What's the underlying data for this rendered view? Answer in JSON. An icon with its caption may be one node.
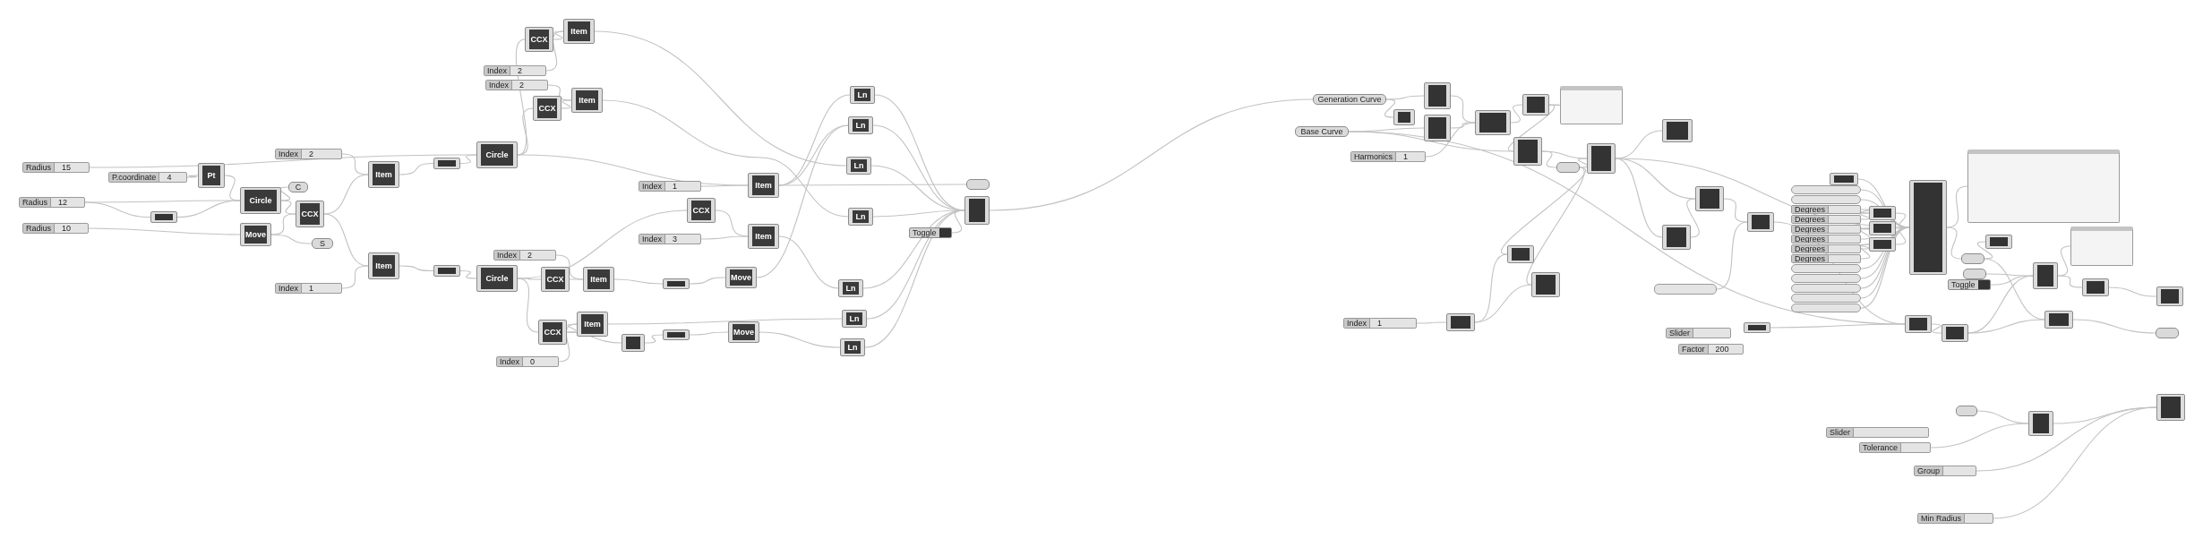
{
  "diagram": {
    "nodes": [
      {
        "text": [
          "Radius",
          "15"
        ]
      },
      {
        "text": [
          "P.coordinate",
          "4"
        ]
      },
      {
        "text": [
          "Radius",
          "12"
        ]
      },
      {
        "text": [
          "Radius",
          "10"
        ]
      },
      {
        "text": [
          "Pt"
        ]
      },
      {
        "text": [],
        "shape": "box"
      },
      {
        "text": [
          "Circle"
        ]
      },
      {
        "text": [
          "Move"
        ]
      },
      {
        "text": [
          "C"
        ]
      },
      {
        "text": [
          "CCX"
        ]
      },
      {
        "text": [
          "S"
        ]
      },
      {
        "text": [
          "Index",
          "2"
        ]
      },
      {
        "text": [
          "Item"
        ]
      },
      {
        "text": [
          "Index",
          "1"
        ]
      },
      {
        "text": [
          "Item"
        ]
      },
      {
        "text": [],
        "shape": "box"
      },
      {
        "text": [],
        "shape": "box"
      },
      {
        "text": [
          "Circle"
        ]
      },
      {
        "text": [
          "Circle"
        ]
      },
      {
        "text": [
          "CCX"
        ]
      },
      {
        "text": [
          "Item"
        ]
      },
      {
        "text": [
          "Index",
          "2"
        ]
      },
      {
        "text": [
          "Index",
          "2"
        ]
      },
      {
        "text": [
          "CCX"
        ]
      },
      {
        "text": [
          "Item"
        ]
      },
      {
        "text": [
          "Index",
          "1"
        ]
      },
      {
        "text": [
          "Item"
        ]
      },
      {
        "text": [
          "CCX"
        ]
      },
      {
        "text": [
          "Index",
          "3"
        ]
      },
      {
        "text": [
          "Item"
        ]
      },
      {
        "text": [
          "Index",
          "2"
        ]
      },
      {
        "text": [
          "CCX"
        ]
      },
      {
        "text": [
          "Item"
        ]
      },
      {
        "text": [],
        "shape": "box"
      },
      {
        "text": [
          "Move"
        ]
      },
      {
        "text": [
          "CCX"
        ]
      },
      {
        "text": [
          "Item"
        ]
      },
      {
        "text": [],
        "shape": "box"
      },
      {
        "text": [],
        "shape": "box"
      },
      {
        "text": [
          "Move"
        ]
      },
      {
        "text": [
          "Index",
          "0"
        ]
      },
      {
        "text": [
          "Ln"
        ]
      },
      {
        "text": [
          "Ln"
        ]
      },
      {
        "text": [
          "Ln"
        ]
      },
      {
        "text": [
          "Ln"
        ]
      },
      {
        "text": [
          "Ln"
        ]
      },
      {
        "text": [
          "Ln"
        ]
      },
      {
        "text": [
          "Ln"
        ]
      },
      {
        "text": [],
        "shape": "box"
      },
      {
        "text": [],
        "shape": "box"
      },
      {
        "text": [
          "Toggle"
        ]
      },
      {
        "text": [
          "Generation Curve"
        ]
      },
      {
        "text": [
          "Base Curve"
        ]
      },
      {
        "text": [
          "Harmonics",
          "1"
        ]
      },
      {
        "text": [],
        "shape": "box"
      },
      {
        "text": [],
        "shape": "box"
      },
      {
        "text": [],
        "shape": "box"
      },
      {
        "text": [],
        "shape": "box"
      },
      {
        "text": [],
        "shape": "box"
      },
      {
        "text": [],
        "shape": "box"
      },
      {
        "text": [],
        "shape": "box"
      },
      {
        "text": [],
        "shape": "box"
      },
      {
        "text": [],
        "shape": "box"
      },
      {
        "text": [],
        "shape": "box"
      },
      {
        "text": [],
        "shape": "box"
      },
      {
        "text": [],
        "shape": "box"
      },
      {
        "text": [],
        "shape": "box"
      },
      {
        "text": [],
        "shape": "box"
      },
      {
        "text": [],
        "shape": "box"
      },
      {
        "text": [
          "Index",
          "1"
        ]
      },
      {
        "text": [],
        "shape": "box"
      },
      {
        "text": [],
        "shape": "bar"
      },
      {
        "text": [
          "Slider"
        ]
      },
      {
        "text": [
          "Factor",
          "200"
        ]
      },
      {
        "text": [],
        "shape": "box"
      },
      {
        "text": [],
        "shape": "box"
      },
      {
        "text": [],
        "shape": "box"
      },
      {
        "text": [],
        "shape": "bar"
      },
      {
        "text": [],
        "shape": "bar"
      },
      {
        "text": [
          "Degrees"
        ]
      },
      {
        "text": [
          "Degrees"
        ]
      },
      {
        "text": [
          "Degrees"
        ]
      },
      {
        "text": [
          "Degrees"
        ]
      },
      {
        "text": [
          "Degrees"
        ]
      },
      {
        "text": [
          "Degrees"
        ]
      },
      {
        "text": [],
        "shape": "bar"
      },
      {
        "text": [],
        "shape": "bar"
      },
      {
        "text": [],
        "shape": "bar"
      },
      {
        "text": [],
        "shape": "bar"
      },
      {
        "text": [],
        "shape": "bar"
      },
      {
        "text": [],
        "shape": "box"
      },
      {
        "text": [],
        "shape": "box"
      },
      {
        "text": [],
        "shape": "box"
      },
      {
        "text": [],
        "shape": "box"
      },
      {
        "text": [],
        "shape": "box"
      },
      {
        "text": [],
        "shape": "box"
      },
      {
        "text": [],
        "shape": "box"
      },
      {
        "text": [],
        "shape": "box"
      },
      {
        "text": [
          "Toggle"
        ]
      },
      {
        "text": [],
        "shape": "box"
      },
      {
        "text": [],
        "shape": "box"
      },
      {
        "text": [],
        "shape": "box"
      },
      {
        "text": [],
        "shape": "box"
      },
      {
        "text": [],
        "shape": "box"
      },
      {
        "text": [],
        "shape": "box"
      },
      {
        "text": [],
        "shape": "box"
      },
      {
        "text": [],
        "shape": "box"
      },
      {
        "text": [
          "Slider"
        ]
      },
      {
        "text": [
          "Tolerance"
        ]
      },
      {
        "text": [
          "Group"
        ]
      },
      {
        "text": [
          "Min Radius"
        ]
      },
      {
        "text": [],
        "shape": "box"
      },
      {
        "text": [],
        "shape": "box"
      }
    ],
    "edges": [
      {
        "from": 0,
        "to": 17,
        "arrow": "none"
      },
      {
        "from": 1,
        "to": 4,
        "arrow": "none"
      },
      {
        "from": 2,
        "to": 5,
        "arrow": "none"
      },
      {
        "from": 2,
        "to": 6,
        "arrow": "none"
      },
      {
        "from": 3,
        "to": 7,
        "arrow": "none"
      },
      {
        "from": 4,
        "to": 6,
        "arrow": "none"
      },
      {
        "from": 5,
        "to": 6,
        "arrow": "none"
      },
      {
        "from": 6,
        "to": 8,
        "arrow": "none"
      },
      {
        "from": 6,
        "to": 9,
        "arrow": "none"
      },
      {
        "from": 7,
        "to": 9,
        "arrow": "none"
      },
      {
        "from": 7,
        "to": 10,
        "arrow": "none"
      },
      {
        "from": 9,
        "to": 12,
        "arrow": "none"
      },
      {
        "from": 11,
        "to": 12,
        "arrow": "none"
      },
      {
        "from": 9,
        "to": 14,
        "arrow": "none"
      },
      {
        "from": 13,
        "to": 14,
        "arrow": "none"
      },
      {
        "from": 12,
        "to": 15,
        "arrow": "none"
      },
      {
        "from": 15,
        "to": 17,
        "arrow": "none"
      },
      {
        "from": 14,
        "to": 16,
        "arrow": "none"
      },
      {
        "from": 16,
        "to": 18,
        "arrow": "none"
      },
      {
        "from": 17,
        "to": 19,
        "arrow": "none"
      },
      {
        "from": 19,
        "to": 20,
        "arrow": "none"
      },
      {
        "from": 21,
        "to": 20,
        "arrow": "none"
      },
      {
        "from": 17,
        "to": 23,
        "arrow": "none"
      },
      {
        "from": 23,
        "to": 24,
        "arrow": "none"
      },
      {
        "from": 22,
        "to": 24,
        "arrow": "none"
      },
      {
        "from": 17,
        "to": 26,
        "arrow": "none"
      },
      {
        "from": 25,
        "to": 26,
        "arrow": "none"
      },
      {
        "from": 18,
        "to": 27,
        "arrow": "none"
      },
      {
        "from": 27,
        "to": 29,
        "arrow": "none"
      },
      {
        "from": 28,
        "to": 29,
        "arrow": "none"
      },
      {
        "from": 18,
        "to": 31,
        "arrow": "none"
      },
      {
        "from": 31,
        "to": 32,
        "arrow": "none"
      },
      {
        "from": 30,
        "to": 32,
        "arrow": "none"
      },
      {
        "from": 32,
        "to": 33,
        "arrow": "none"
      },
      {
        "from": 33,
        "to": 34,
        "arrow": "none"
      },
      {
        "from": 18,
        "to": 35,
        "arrow": "none"
      },
      {
        "from": 35,
        "to": 36,
        "arrow": "none"
      },
      {
        "from": 40,
        "to": 36,
        "arrow": "none"
      },
      {
        "from": 35,
        "to": 37,
        "arrow": "none"
      },
      {
        "from": 37,
        "to": 38,
        "arrow": "none"
      },
      {
        "from": 38,
        "to": 39,
        "arrow": "none"
      },
      {
        "from": 20,
        "to": 43,
        "arrow": "none"
      },
      {
        "from": 24,
        "to": 44,
        "arrow": "none"
      },
      {
        "from": 26,
        "to": 41,
        "arrow": "none"
      },
      {
        "from": 26,
        "to": 42,
        "arrow": "none"
      },
      {
        "from": 26,
        "to": 48,
        "arrow": "none"
      },
      {
        "from": 29,
        "to": 45,
        "arrow": "none"
      },
      {
        "from": 34,
        "to": 42,
        "arrow": "none"
      },
      {
        "from": 36,
        "to": 46,
        "arrow": "none"
      },
      {
        "from": 39,
        "to": 47,
        "arrow": "none"
      },
      {
        "from": 41,
        "to": 49,
        "arrow": "none"
      },
      {
        "from": 42,
        "to": 49,
        "arrow": "none"
      },
      {
        "from": 43,
        "to": 49,
        "arrow": "none"
      },
      {
        "from": 44,
        "to": 49,
        "arrow": "none"
      },
      {
        "from": 45,
        "to": 49,
        "arrow": "none"
      },
      {
        "from": 46,
        "to": 49,
        "arrow": "none"
      },
      {
        "from": 47,
        "to": 49,
        "arrow": "none"
      },
      {
        "from": 50,
        "to": 49,
        "arrow": "none"
      },
      {
        "from": 49,
        "to": 51,
        "arrow": "none"
      },
      {
        "from": 51,
        "to": 54,
        "arrow": "none"
      },
      {
        "from": 51,
        "to": 55,
        "arrow": "none"
      },
      {
        "from": 52,
        "to": 56,
        "arrow": "none"
      },
      {
        "from": 55,
        "to": 57,
        "arrow": "none"
      },
      {
        "from": 56,
        "to": 57,
        "arrow": "none"
      },
      {
        "from": 53,
        "to": 57,
        "arrow": "none"
      },
      {
        "from": 57,
        "to": 58,
        "arrow": "none"
      },
      {
        "from": 58,
        "to": 59,
        "arrow": "none"
      },
      {
        "from": 52,
        "to": 60,
        "arrow": "none"
      },
      {
        "from": 58,
        "to": 60,
        "arrow": "none"
      },
      {
        "from": 60,
        "to": 61,
        "arrow": "none"
      },
      {
        "from": 60,
        "to": 62,
        "arrow": "none"
      },
      {
        "from": 61,
        "to": 62,
        "arrow": "none"
      },
      {
        "from": 62,
        "to": 63,
        "arrow": "none"
      },
      {
        "from": 62,
        "to": 64,
        "arrow": "none"
      },
      {
        "from": 62,
        "to": 65,
        "arrow": "none"
      },
      {
        "from": 65,
        "to": 64,
        "arrow": "none"
      },
      {
        "from": 64,
        "to": 66,
        "arrow": "none"
      },
      {
        "from": 71,
        "to": 66,
        "arrow": "none"
      },
      {
        "from": 61,
        "to": 67,
        "arrow": "none"
      },
      {
        "from": 61,
        "to": 68,
        "arrow": "none"
      },
      {
        "from": 69,
        "to": 70,
        "arrow": "none"
      },
      {
        "from": 70,
        "to": 67,
        "arrow": "none"
      },
      {
        "from": 70,
        "to": 68,
        "arrow": "none"
      },
      {
        "from": 52,
        "to": 102,
        "arrow": "none"
      },
      {
        "from": 62,
        "to": 76,
        "arrow": "none"
      },
      {
        "from": 75,
        "to": 76,
        "arrow": "none"
      },
      {
        "from": 77,
        "to": 76,
        "arrow": "none"
      },
      {
        "from": 78,
        "to": 76,
        "arrow": "none"
      },
      {
        "from": 79,
        "to": 90,
        "arrow": "none"
      },
      {
        "from": 80,
        "to": 90,
        "arrow": "none"
      },
      {
        "from": 81,
        "to": 91,
        "arrow": "none"
      },
      {
        "from": 82,
        "to": 91,
        "arrow": "none"
      },
      {
        "from": 83,
        "to": 92,
        "arrow": "none"
      },
      {
        "from": 84,
        "to": 92,
        "arrow": "none"
      },
      {
        "from": 90,
        "to": 76,
        "arrow": "none"
      },
      {
        "from": 91,
        "to": 76,
        "arrow": "none"
      },
      {
        "from": 92,
        "to": 76,
        "arrow": "none"
      },
      {
        "from": 85,
        "to": 76,
        "arrow": "none"
      },
      {
        "from": 86,
        "to": 76,
        "arrow": "none"
      },
      {
        "from": 87,
        "to": 76,
        "arrow": "none"
      },
      {
        "from": 88,
        "to": 76,
        "arrow": "none"
      },
      {
        "from": 89,
        "to": 76,
        "arrow": "none"
      },
      {
        "from": 76,
        "to": 93,
        "arrow": "none"
      },
      {
        "from": 76,
        "to": 95,
        "arrow": "none"
      },
      {
        "from": 95,
        "to": 97,
        "arrow": "none"
      },
      {
        "from": 96,
        "to": 99,
        "arrow": "none"
      },
      {
        "from": 98,
        "to": 99,
        "arrow": "none"
      },
      {
        "from": 99,
        "to": 94,
        "arrow": "none"
      },
      {
        "from": 99,
        "to": 100,
        "arrow": "none"
      },
      {
        "from": 100,
        "to": 101,
        "arrow": "none"
      },
      {
        "from": 66,
        "to": 102,
        "arrow": "none"
      },
      {
        "from": 74,
        "to": 102,
        "arrow": "none"
      },
      {
        "from": 102,
        "to": 103,
        "arrow": "none"
      },
      {
        "from": 103,
        "to": 99,
        "arrow": "none"
      },
      {
        "from": 103,
        "to": 104,
        "arrow": "none"
      },
      {
        "from": 95,
        "to": 104,
        "arrow": "none"
      },
      {
        "from": 104,
        "to": 105,
        "arrow": "none"
      },
      {
        "from": 106,
        "to": 111,
        "arrow": "none"
      },
      {
        "from": 108,
        "to": 111,
        "arrow": "none"
      },
      {
        "from": 111,
        "to": 112,
        "arrow": "none"
      },
      {
        "from": 109,
        "to": 112,
        "arrow": "none"
      },
      {
        "from": 110,
        "to": 112,
        "arrow": "none"
      }
    ]
  }
}
